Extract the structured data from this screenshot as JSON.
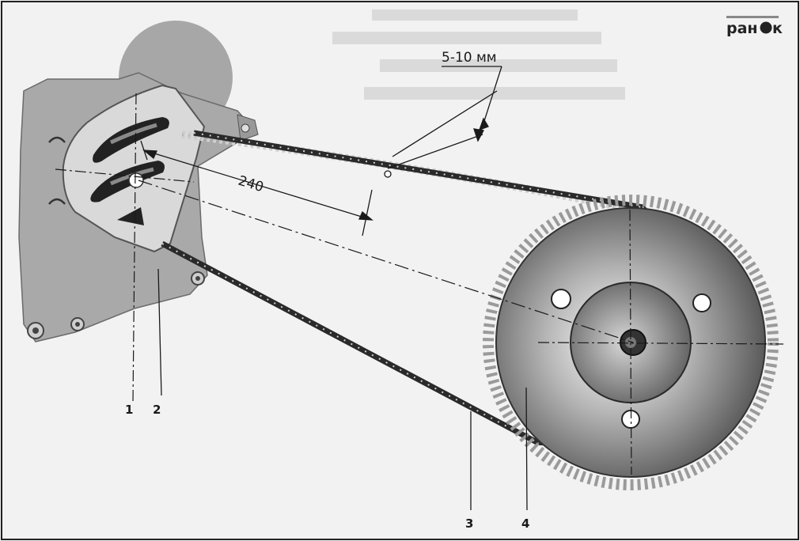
{
  "logo": {
    "text": "ран",
    "suffix": "к"
  },
  "dimensions": {
    "chain_sag": "5-10 мм",
    "center_distance": "240"
  },
  "callouts": [
    {
      "id": "1",
      "label": "1"
    },
    {
      "id": "2",
      "label": "2"
    },
    {
      "id": "3",
      "label": "3"
    },
    {
      "id": "4",
      "label": "4"
    }
  ],
  "colors": {
    "ink": "#1a1a1a",
    "paper": "#f2f2f2",
    "engine": "#a9a9a9",
    "plate": "#d9d9d9"
  }
}
